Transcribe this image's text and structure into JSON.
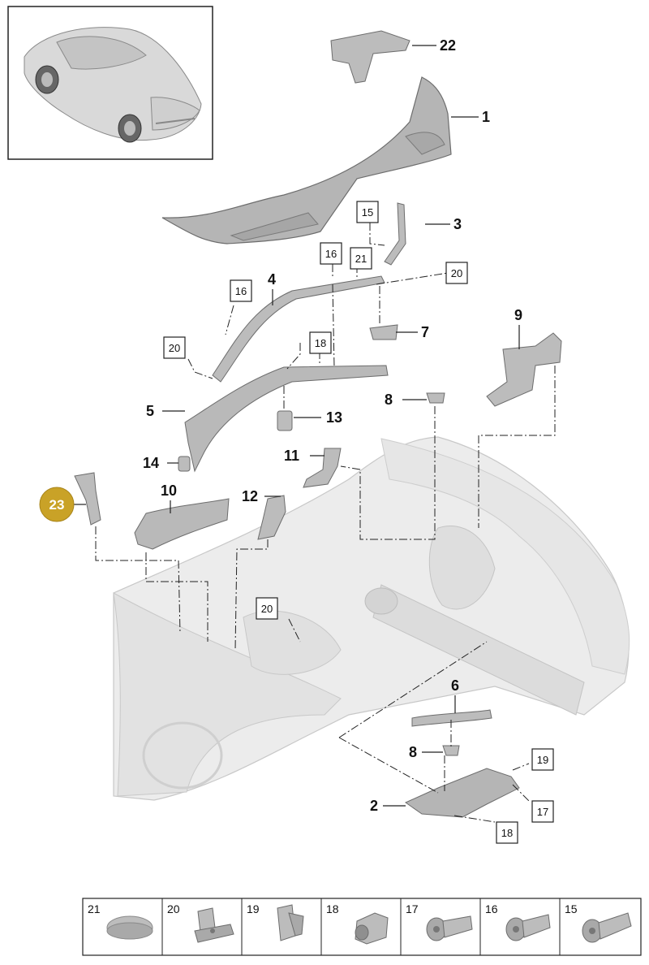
{
  "callouts_plain": [
    {
      "id": "c22",
      "label": "22"
    },
    {
      "id": "c1",
      "label": "1"
    },
    {
      "id": "c3",
      "label": "3"
    },
    {
      "id": "c4",
      "label": "4"
    },
    {
      "id": "c7",
      "label": "7"
    },
    {
      "id": "c9",
      "label": "9"
    },
    {
      "id": "c8a",
      "label": "8"
    },
    {
      "id": "c5",
      "label": "5"
    },
    {
      "id": "c13",
      "label": "13"
    },
    {
      "id": "c14",
      "label": "14"
    },
    {
      "id": "c11",
      "label": "11"
    },
    {
      "id": "c10",
      "label": "10"
    },
    {
      "id": "c12",
      "label": "12"
    },
    {
      "id": "c6",
      "label": "6"
    },
    {
      "id": "c8b",
      "label": "8"
    },
    {
      "id": "c2",
      "label": "2"
    }
  ],
  "callouts_boxed": [
    {
      "id": "b15",
      "label": "15"
    },
    {
      "id": "b16a",
      "label": "16"
    },
    {
      "id": "b21",
      "label": "21"
    },
    {
      "id": "b20a",
      "label": "20"
    },
    {
      "id": "b16b",
      "label": "16"
    },
    {
      "id": "b18a",
      "label": "18"
    },
    {
      "id": "b20b",
      "label": "20"
    },
    {
      "id": "b20c",
      "label": "20"
    },
    {
      "id": "b19",
      "label": "19"
    },
    {
      "id": "b17",
      "label": "17"
    },
    {
      "id": "b18b",
      "label": "18"
    }
  ],
  "highlight_badge": {
    "label": "23",
    "color": "#c9a227"
  },
  "hardware_strip": [
    {
      "label": "21",
      "icon": "cap-icon"
    },
    {
      "label": "20",
      "icon": "clip-nut-icon"
    },
    {
      "label": "19",
      "icon": "clip-icon"
    },
    {
      "label": "18",
      "icon": "spacer-icon"
    },
    {
      "label": "17",
      "icon": "bolt-icon"
    },
    {
      "label": "16",
      "icon": "bolt-icon"
    },
    {
      "label": "15",
      "icon": "bolt-icon"
    }
  ],
  "colors": {
    "part_fill": "#bcbcbc",
    "part_stroke": "#6d6d6d",
    "body_fill": "#e3e3e3",
    "badge": "#c9a227"
  }
}
